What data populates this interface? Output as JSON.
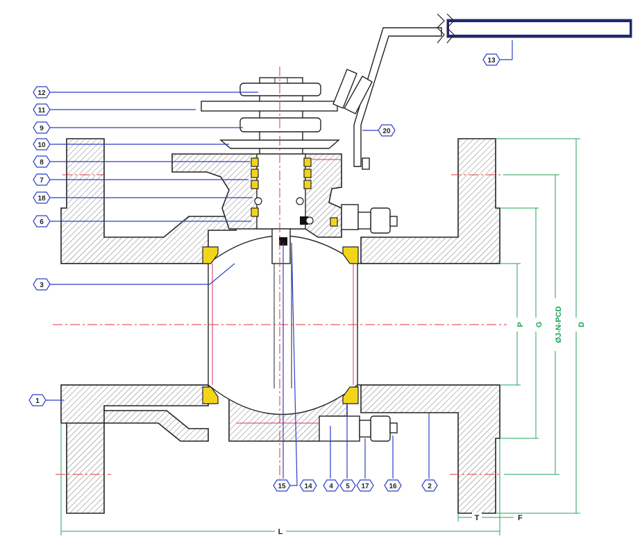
{
  "balloons": [
    {
      "id": "b1",
      "label": "1"
    },
    {
      "id": "b2",
      "label": "2"
    },
    {
      "id": "b3",
      "label": "3"
    },
    {
      "id": "b4",
      "label": "4"
    },
    {
      "id": "b5",
      "label": "5"
    },
    {
      "id": "b6",
      "label": "6"
    },
    {
      "id": "b7",
      "label": "7"
    },
    {
      "id": "b8",
      "label": "8"
    },
    {
      "id": "b9",
      "label": "9"
    },
    {
      "id": "b10",
      "label": "10"
    },
    {
      "id": "b11",
      "label": "11"
    },
    {
      "id": "b12",
      "label": "12"
    },
    {
      "id": "b13",
      "label": "13"
    },
    {
      "id": "b14",
      "label": "14"
    },
    {
      "id": "b15",
      "label": "15"
    },
    {
      "id": "b16",
      "label": "16"
    },
    {
      "id": "b17",
      "label": "17"
    },
    {
      "id": "b18",
      "label": "18"
    },
    {
      "id": "b20",
      "label": "20"
    }
  ],
  "dimensions": {
    "L": "L",
    "T": "T",
    "F": "F",
    "P": "P",
    "G": "G",
    "PCD": "ØJ-N-PCD",
    "D": "D"
  },
  "colors": {
    "leader": "#2a3fc7",
    "dimension": "#22a35a",
    "centerline": "#e0303a",
    "seat": "#f2d51a",
    "handle": "#1f2a6b"
  }
}
